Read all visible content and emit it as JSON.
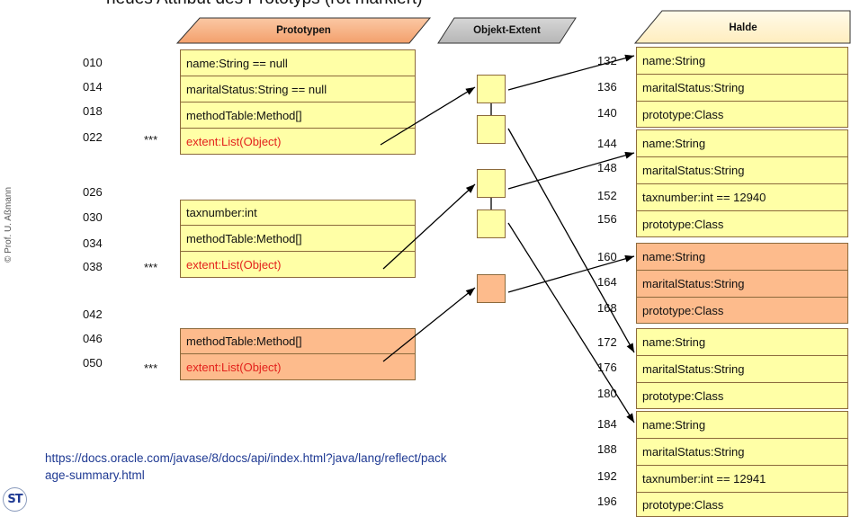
{
  "slide": {
    "caption": "neues Attribut des Prototyps (rot markiert)",
    "copyright": "© Prof. U. Aßmann",
    "logo_text": "ST",
    "link": {
      "line1": "https://docs.oracle.com/javase/8/docs/api/index.html?java/lang/reflect/pack",
      "line2": "age-summary.html"
    }
  },
  "headers": {
    "prototypes": "Prototypen",
    "extent": "Objekt-Extent",
    "heap": "Halde"
  },
  "prototype_addresses": [
    "010",
    "014",
    "018",
    "022",
    "026",
    "030",
    "034",
    "038",
    "042",
    "046",
    "050"
  ],
  "markers": [
    "***",
    "***",
    "***"
  ],
  "prototypes": [
    {
      "fields": [
        {
          "text": "name:String == null"
        },
        {
          "text": "maritalStatus:String == null"
        },
        {
          "text": "methodTable:Method[]"
        },
        {
          "text": "extent:List(Object)",
          "new": true
        }
      ]
    },
    {
      "fields": [
        {
          "text": "taxnumber:int"
        },
        {
          "text": "methodTable:Method[]"
        },
        {
          "text": "extent:List(Object)",
          "new": true
        }
      ]
    },
    {
      "fields": [
        {
          "text": "methodTable:Method[]"
        },
        {
          "text": "extent:List(Object)",
          "new": true
        }
      ]
    }
  ],
  "heap_addresses": [
    "132",
    "136",
    "140",
    "144",
    "148",
    "152",
    "156",
    "160",
    "164",
    "168",
    "172",
    "176",
    "180",
    "184",
    "188",
    "192",
    "196"
  ],
  "heap_objects": [
    {
      "fields": [
        "name:String",
        "maritalStatus:String",
        "prototype:Class"
      ]
    },
    {
      "fields": [
        "name:String",
        "maritalStatus:String",
        "taxnumber:int == 12940",
        "prototype:Class"
      ]
    },
    {
      "fields": [
        "name:String",
        "maritalStatus:String",
        "prototype:Class"
      ]
    },
    {
      "fields": [
        "name:String",
        "maritalStatus:String",
        "prototype:Class"
      ]
    },
    {
      "fields": [
        "name:String",
        "maritalStatus:String",
        "taxnumber:int == 12941",
        "prototype:Class"
      ]
    }
  ],
  "colors": {
    "field_fill": "#FFFFA6",
    "field_border": "#8C6A3C",
    "orange_fill": "#FDBB8C",
    "new_attribute": "#E3211C",
    "link": "#1F3A93",
    "prototypes_header": "#F7B285",
    "extent_header": "#C6C6C6",
    "heap_header": "#FFF4D2"
  }
}
